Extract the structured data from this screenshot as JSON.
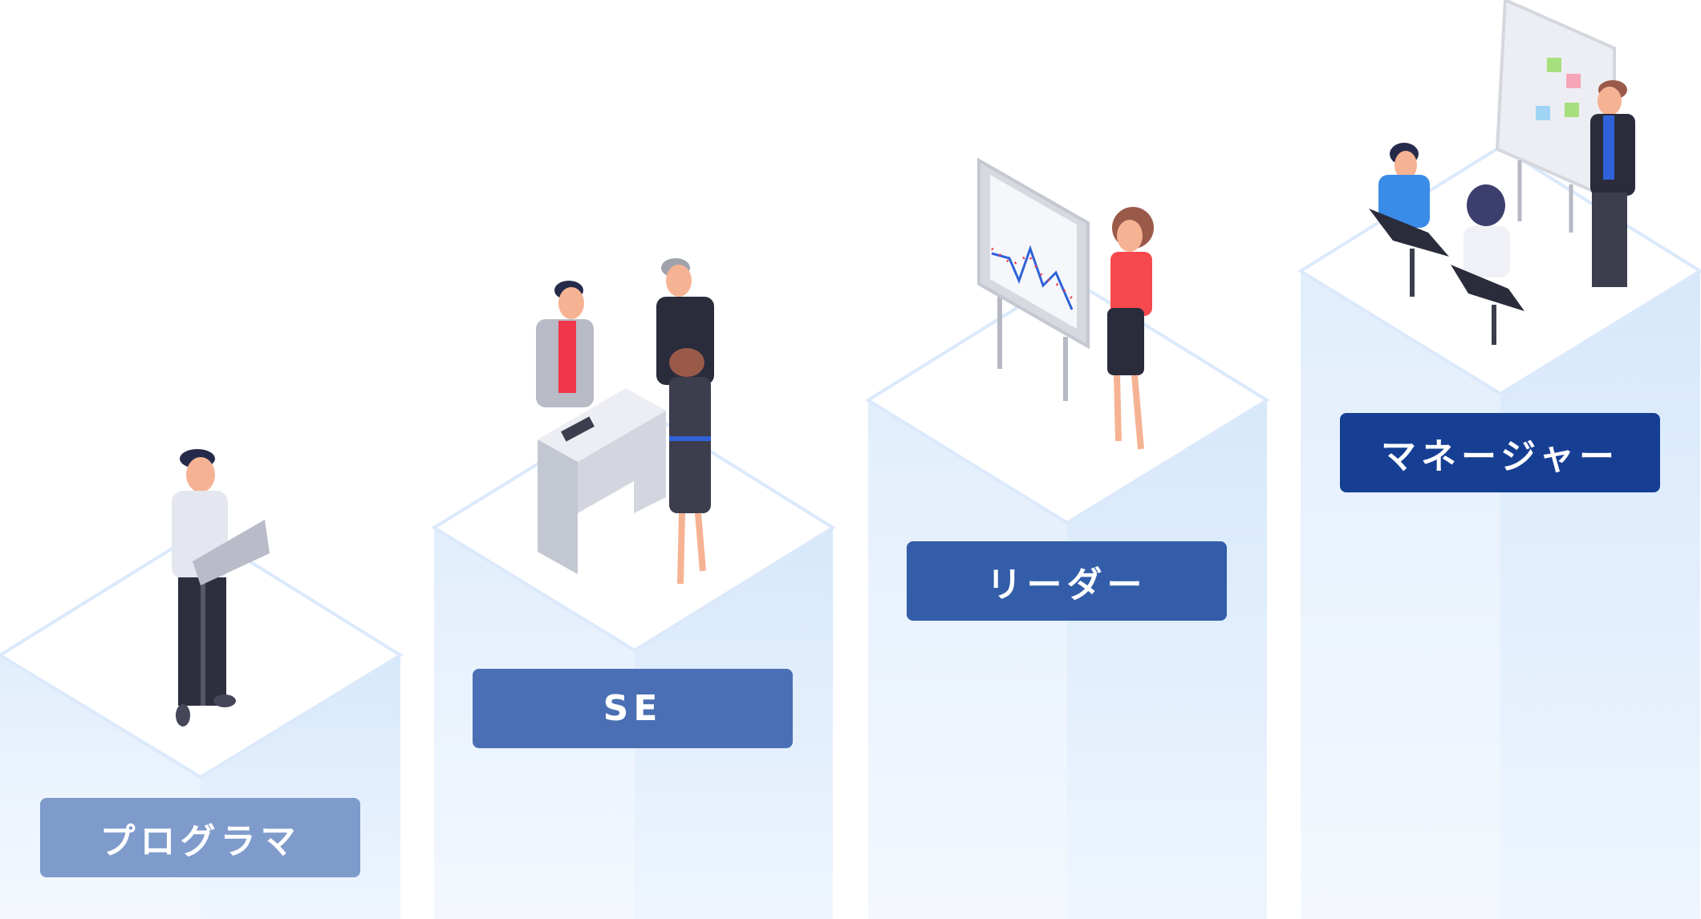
{
  "steps": [
    {
      "label": "プログラマ",
      "color": "#7e9bcb"
    },
    {
      "label": "SE",
      "color": "#4a6fb4"
    },
    {
      "label": "リーダー",
      "color": "#335da9"
    },
    {
      "label": "マネージャー",
      "color": "#163f94"
    }
  ]
}
